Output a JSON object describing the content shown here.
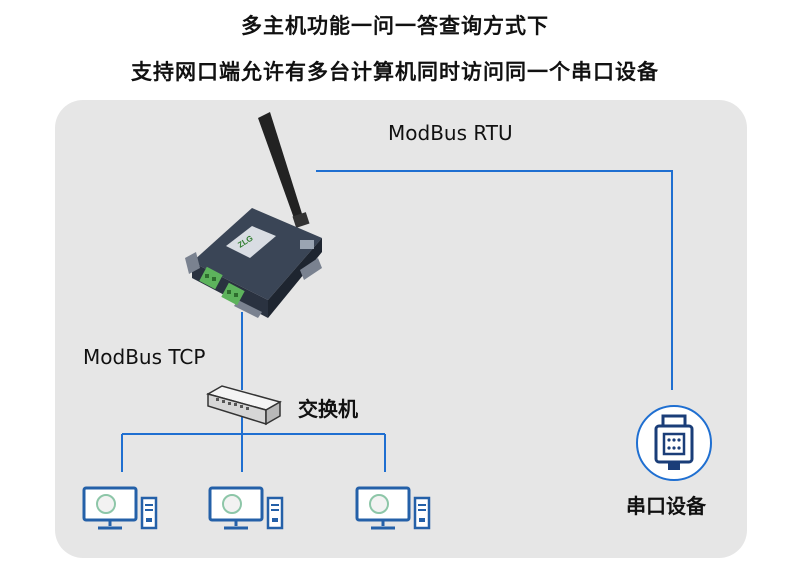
{
  "title_line1": "多主机功能一问一答查询方式下",
  "title_line2": "支持网口端允许有多台计算机同时访问同一个串口设备",
  "labels": {
    "modbus_rtu": "ModBus RTU",
    "modbus_tcp": "ModBus TCP",
    "switch": "交换机",
    "serial_device": "串口设备"
  },
  "device_brand": "ZLG",
  "colors": {
    "line": "#1f6fd1",
    "panel": "#e6e6e6",
    "device_body": "#3a4556",
    "terminal_green": "#5db35c",
    "monitor_blue": "#2460a8"
  }
}
